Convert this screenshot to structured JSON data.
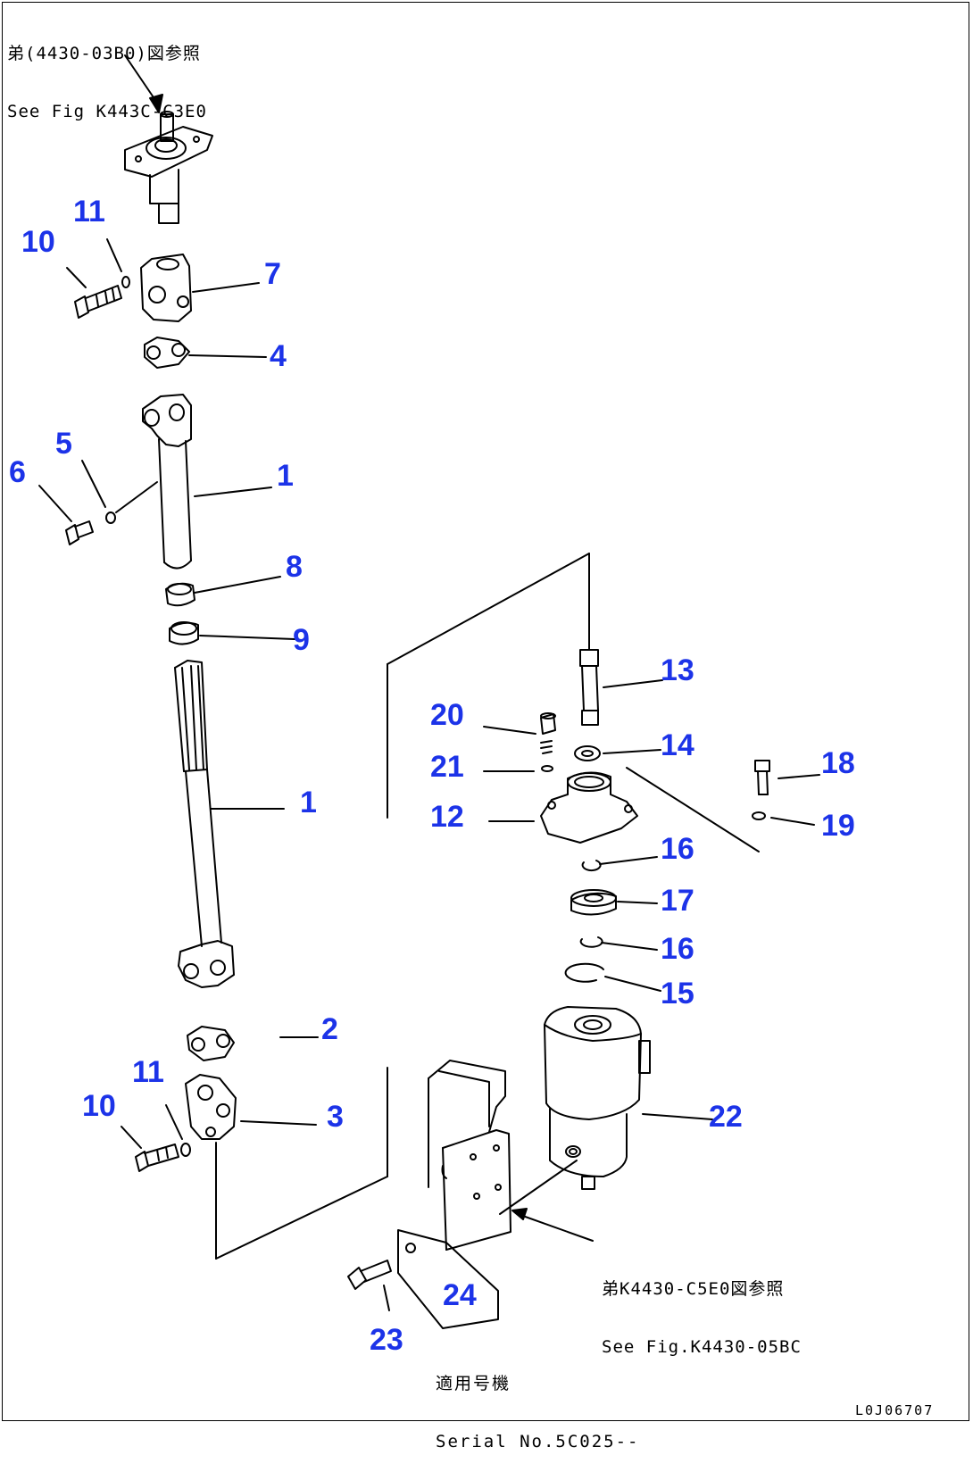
{
  "references": {
    "top": {
      "jp": "弟(4430-03B0)図参照",
      "en": "See Fig K443C-C3E0"
    },
    "bracket": {
      "jp": "弟K4430-C5E0図参照",
      "en": "See Fig.K4430-05BC"
    }
  },
  "applicability": {
    "jp": "適用号機",
    "en": "Serial No.5C025--"
  },
  "drawing_code": "L0J06707",
  "callouts": {
    "c1a": "1",
    "c1b": "1",
    "c2": "2",
    "c3": "3",
    "c4": "4",
    "c5": "5",
    "c6": "6",
    "c7": "7",
    "c8": "8",
    "c9": "9",
    "c10a": "10",
    "c10b": "10",
    "c11a": "11",
    "c11b": "11",
    "c12": "12",
    "c13": "13",
    "c14": "14",
    "c15": "15",
    "c16a": "16",
    "c16b": "16",
    "c17": "17",
    "c18": "18",
    "c19": "19",
    "c20": "20",
    "c21": "21",
    "c22": "22",
    "c23": "23",
    "c24": "24"
  },
  "colors": {
    "callout": "#1c33e8",
    "line": "#000000",
    "background": "#ffffff"
  }
}
